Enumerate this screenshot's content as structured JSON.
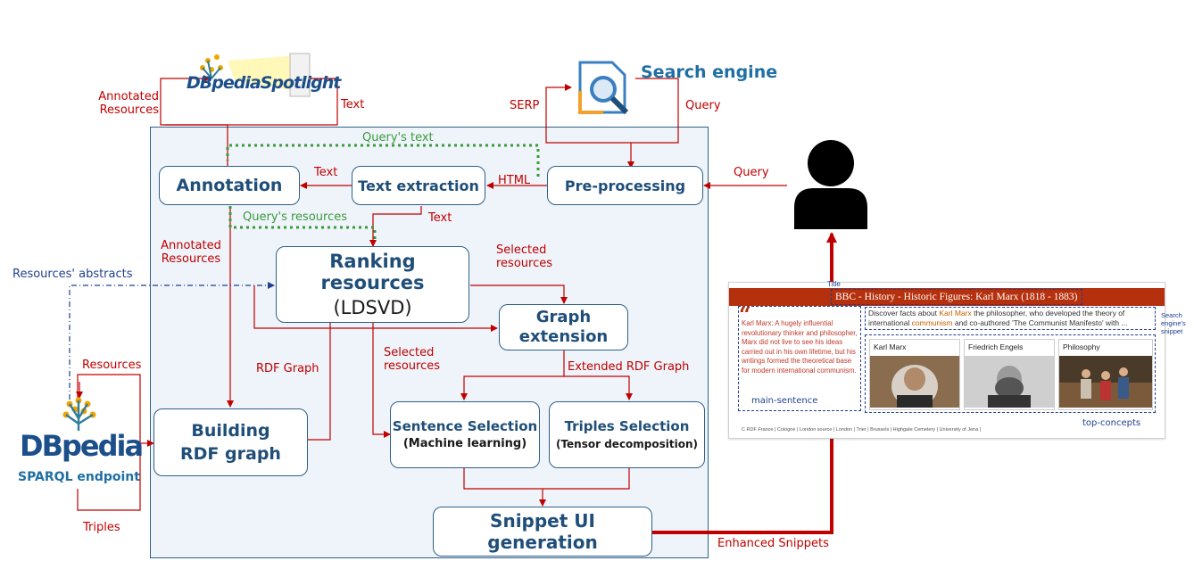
{
  "colors": {
    "box_border": "#2f5f8a",
    "box_text": "#1f4e79",
    "arrow": "#c00000",
    "dotted": "#3c9a3c",
    "dashdot": "#1f3f8f",
    "panel": "#eef4fa"
  },
  "logos": {
    "spotlight": "DBpediaSpotlight",
    "search_engine": "Search engine",
    "dbpedia": "DBpedia",
    "sparql": "SPARQL endpoint"
  },
  "boxes": {
    "annotation": "Annotation",
    "text_extraction": "Text extraction",
    "preprocessing": "Pre-processing",
    "ranking_1": "Ranking resources",
    "ranking_2": "(LDSVD)",
    "graph_ext_1": "Graph",
    "graph_ext_2": "extension",
    "building_1": "Building",
    "building_2": "RDF graph",
    "sentence_1": "Sentence Selection",
    "sentence_2": "(Machine learning)",
    "triples_1": "Triples Selection",
    "triples_2": "(Tensor decomposition)",
    "snippet_ui": "Snippet UI generation"
  },
  "labels": {
    "annotated_resources_top_1": "Annotated",
    "annotated_resources_top_2": "Resources",
    "text_spotlight": "Text",
    "serp": "SERP",
    "query_search": "Query",
    "querys_text": "Query's text",
    "text_between": "Text",
    "html": "HTML",
    "query_user": "Query",
    "querys_resources": "Query's resources",
    "text_to_ranking": "Text",
    "annotated_resources_mid_1": "Annotated",
    "annotated_resources_mid_2": "Resources",
    "selected_resources_1": "Selected",
    "selected_resources_2": "resources",
    "resources_abstracts": "Resources' abstracts",
    "resources": "Resources",
    "rdf_graph": "RDF Graph",
    "selected_resources_mid_1": "Selected",
    "selected_resources_mid_2": "resources",
    "extended_rdf": "Extended RDF Graph",
    "triples": "Triples",
    "enhanced_snippets": "Enhanced Snippets"
  },
  "snippet": {
    "title_tag": "Title",
    "title": "BBC - History - Historic Figures: Karl Marx (1818 - 1883)",
    "search_label_1": "Search",
    "search_label_2": "engine's",
    "search_label_3": "snippet",
    "quote_mark": "“",
    "main_sentence_text": "Karl Marx: A hugely influential revolutionary thinker and philosopher, Marx did not live to see his ideas carried out in his own lifetime, but his writings formed the theoretical base for modern international communism.",
    "main_sentence_label": "main-sentence",
    "snippet_line_1a": "Discover facts about ",
    "snippet_line_1b": "Karl Marx",
    "snippet_line_1c": " the philosopher, who developed the theory of",
    "snippet_line_2a": "international ",
    "snippet_line_2b": "communism",
    "snippet_line_2c": " and co-authored 'The Communist Manifesto' with ...",
    "concepts": [
      "Karl Marx",
      "Friedrich Engels",
      "Philosophy"
    ],
    "top_concepts_label": "top-concepts",
    "footer": "C RDF  France | Cologne | London source | London | Trier | Brussels | Highgate Cemetery | University of Jena |"
  }
}
